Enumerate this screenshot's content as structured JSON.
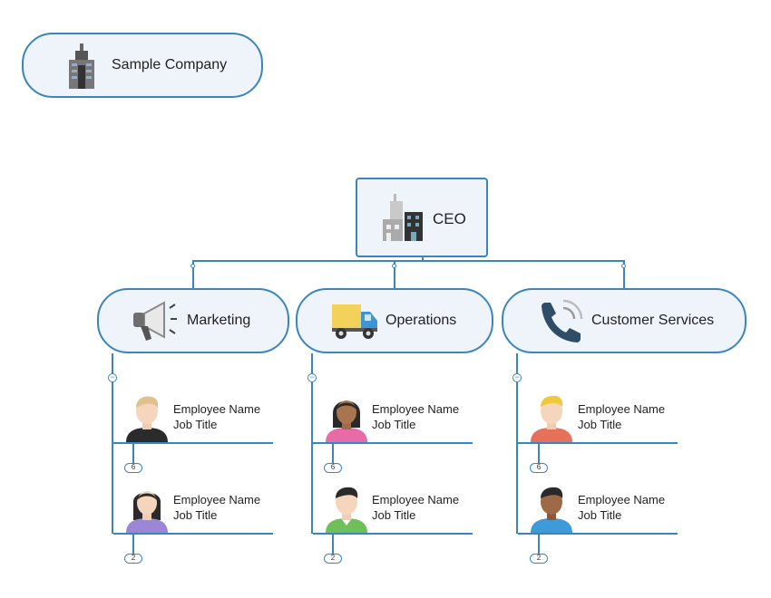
{
  "company": {
    "label": "Sample Company",
    "icon": "building-icon"
  },
  "ceo": {
    "label": "CEO",
    "icon": "city-buildings-icon"
  },
  "departments": [
    {
      "label": "Marketing",
      "icon": "megaphone-icon",
      "employees": [
        {
          "name": "Employee Name",
          "title": "Job Title",
          "icon": "man-avatar-icon",
          "count": "6"
        },
        {
          "name": "Employee Name",
          "title": "Job Title",
          "icon": "woman-avatar-icon",
          "count": "2"
        }
      ]
    },
    {
      "label": "Operations",
      "icon": "delivery-truck-icon",
      "employees": [
        {
          "name": "Employee Name",
          "title": "Job Title",
          "icon": "woman-avatar-icon",
          "count": "6"
        },
        {
          "name": "Employee Name",
          "title": "Job Title",
          "icon": "man-avatar-icon",
          "count": "2"
        }
      ]
    },
    {
      "label": "Customer Services",
      "icon": "phone-icon",
      "employees": [
        {
          "name": "Employee Name",
          "title": "Job Title",
          "icon": "man-avatar-icon",
          "count": "6"
        },
        {
          "name": "Employee Name",
          "title": "Job Title",
          "icon": "man-avatar-icon",
          "count": "2"
        }
      ]
    }
  ],
  "colors": {
    "border": "#3b85bd",
    "node_fill": "#eef4fa"
  }
}
